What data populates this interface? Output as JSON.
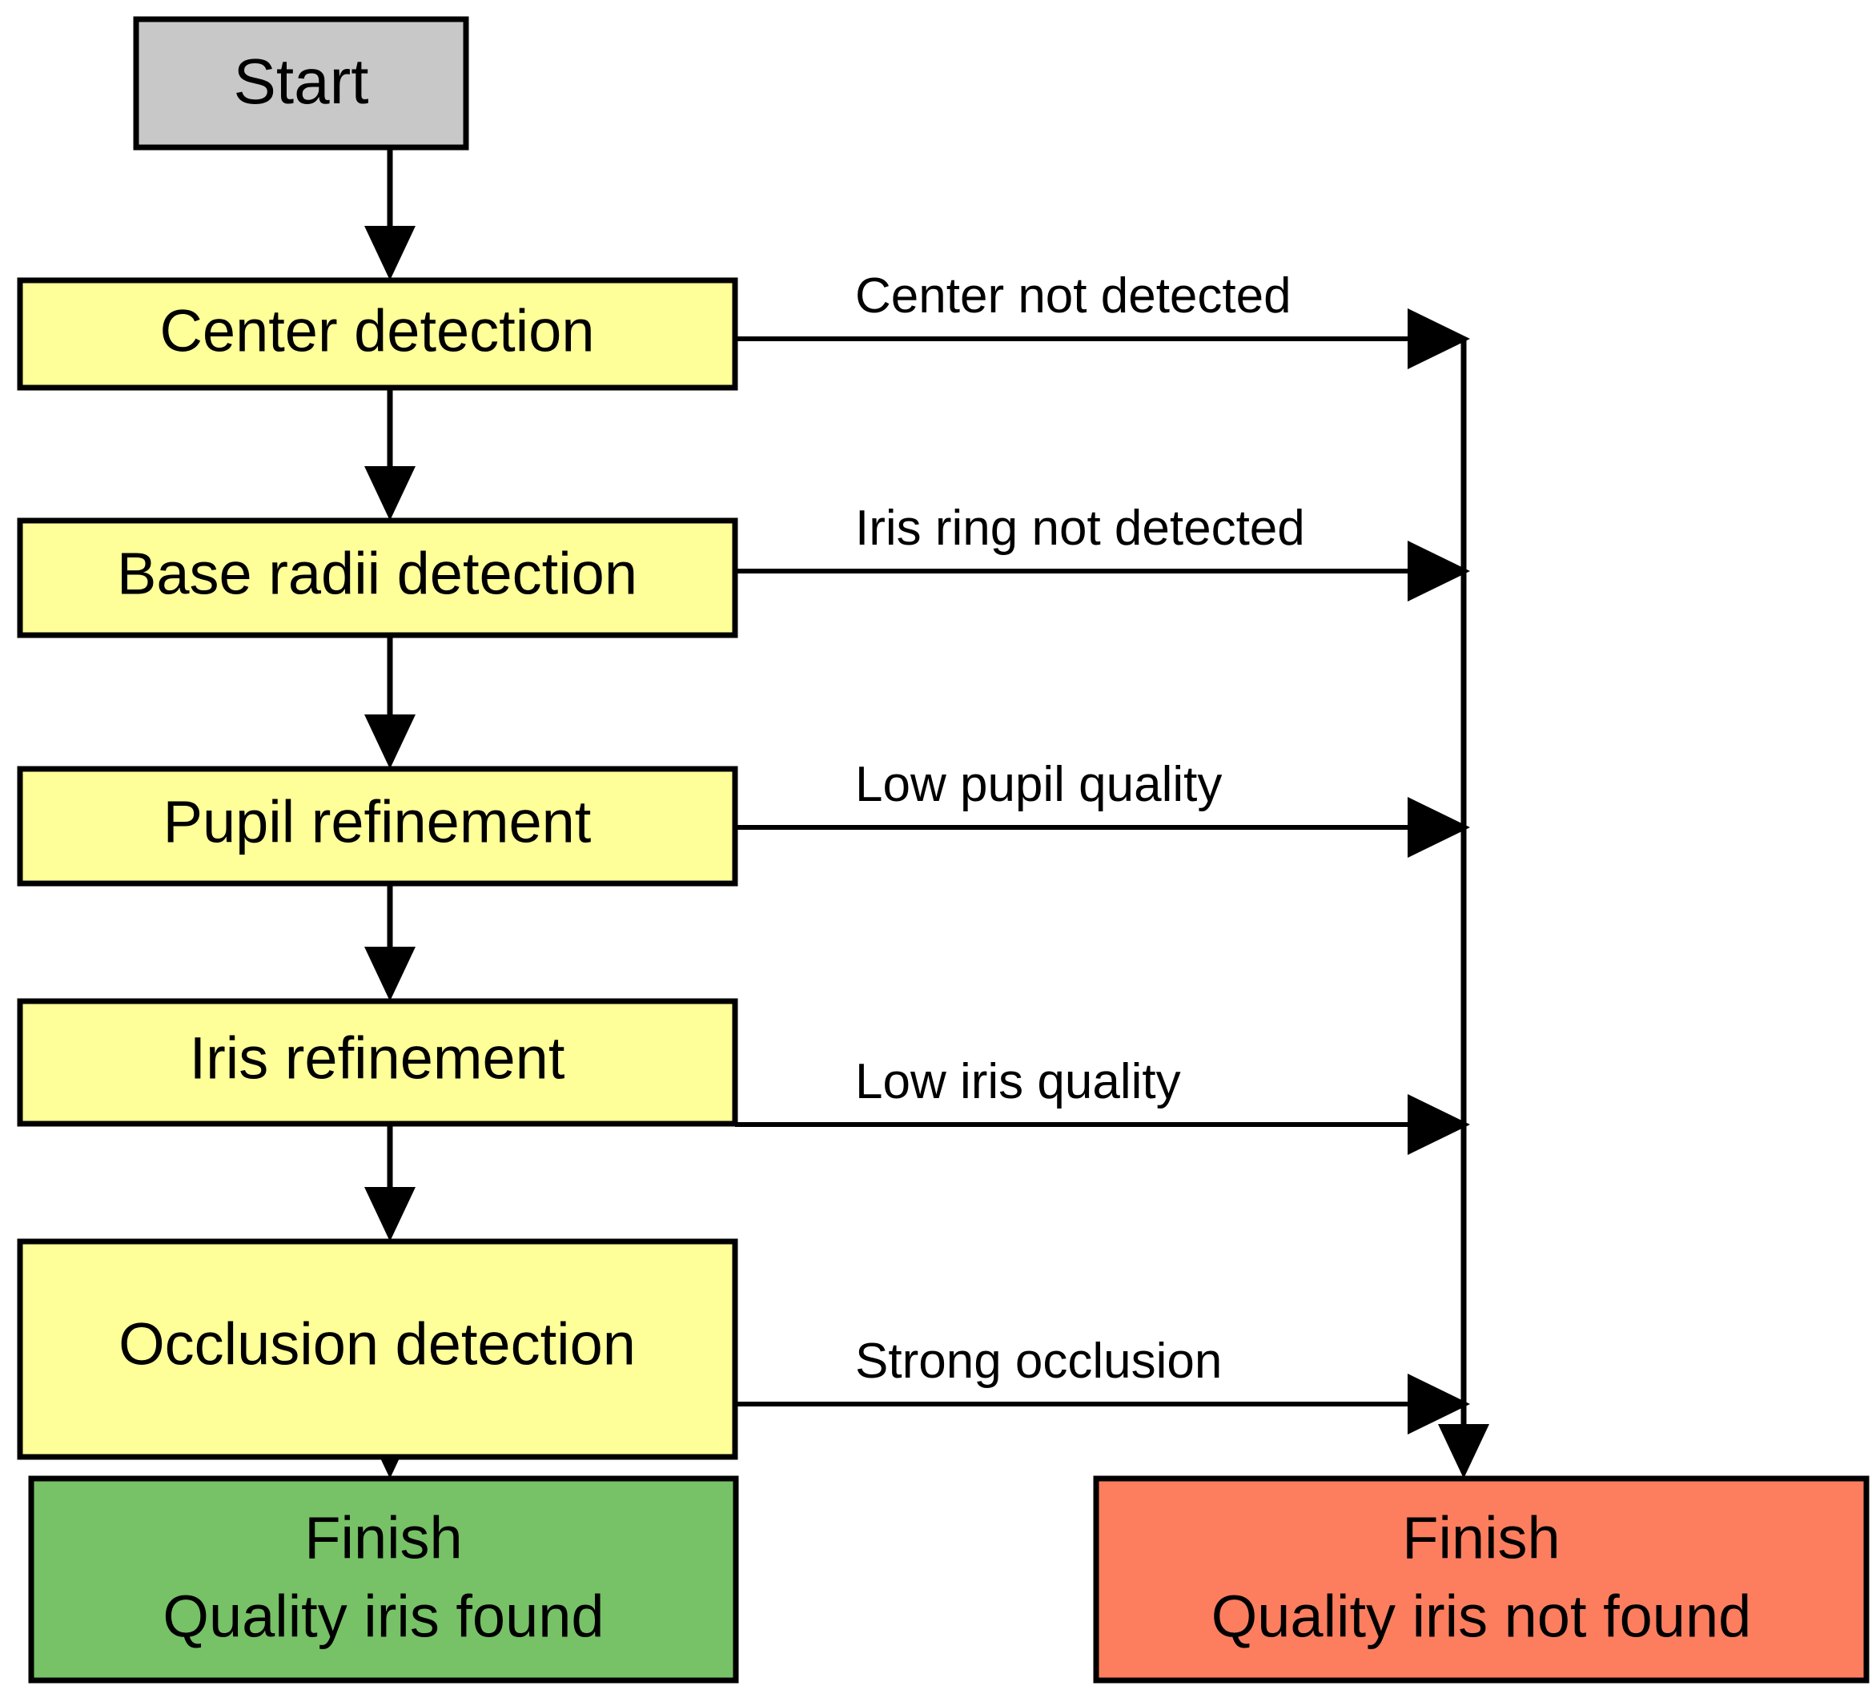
{
  "diagram": {
    "title": "Iris detection pipeline flowchart",
    "type": "flowchart",
    "background": "#ffffff",
    "stroke_color": "#000000"
  },
  "colors": {
    "start_fill": "#c8c8c8",
    "process_fill": "#ffff99",
    "success_fill": "#77c167",
    "failure_fill": "#fc7e5f",
    "line": "#000000"
  },
  "nodes": {
    "start": {
      "label": "Start",
      "shape": "rect",
      "fill": "#c8c8c8"
    },
    "steps": [
      {
        "id": "center-detection",
        "label": "Center detection",
        "fill": "#ffff99"
      },
      {
        "id": "base-radii-detection",
        "label": "Base radii detection",
        "fill": "#ffff99"
      },
      {
        "id": "pupil-refinement",
        "label": "Pupil refinement",
        "fill": "#ffff99"
      },
      {
        "id": "iris-refinement",
        "label": "Iris refinement",
        "fill": "#ffff99"
      },
      {
        "id": "occlusion-detection",
        "label": "Occlusion detection",
        "fill": "#ffff99"
      }
    ],
    "finish_success": {
      "line1": "Finish",
      "line2": "Quality iris found",
      "fill": "#77c167"
    },
    "finish_failure": {
      "line1": "Finish",
      "line2": "Quality iris not found",
      "fill": "#fc7e5f"
    }
  },
  "edges": {
    "failure_labels": [
      {
        "from": "center-detection",
        "label": "Center not detected"
      },
      {
        "from": "base-radii-detection",
        "label": "Iris ring not detected"
      },
      {
        "from": "pupil-refinement",
        "label": "Low pupil quality"
      },
      {
        "from": "iris-refinement",
        "label": "Low iris quality"
      },
      {
        "from": "occlusion-detection",
        "label": "Strong occlusion"
      }
    ]
  }
}
